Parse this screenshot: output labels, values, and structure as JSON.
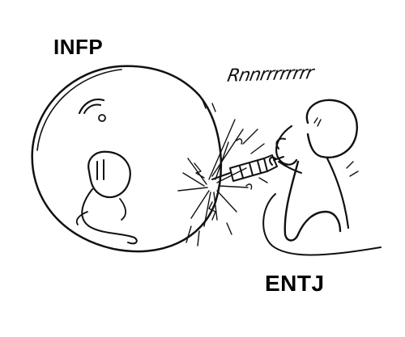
{
  "labels": {
    "top_left": "INFP",
    "bottom_right": "ENTJ"
  },
  "sound_effect": "Rnnrrrrrrrr",
  "colors": {
    "background": "#ffffff",
    "ink": "#111111"
  }
}
